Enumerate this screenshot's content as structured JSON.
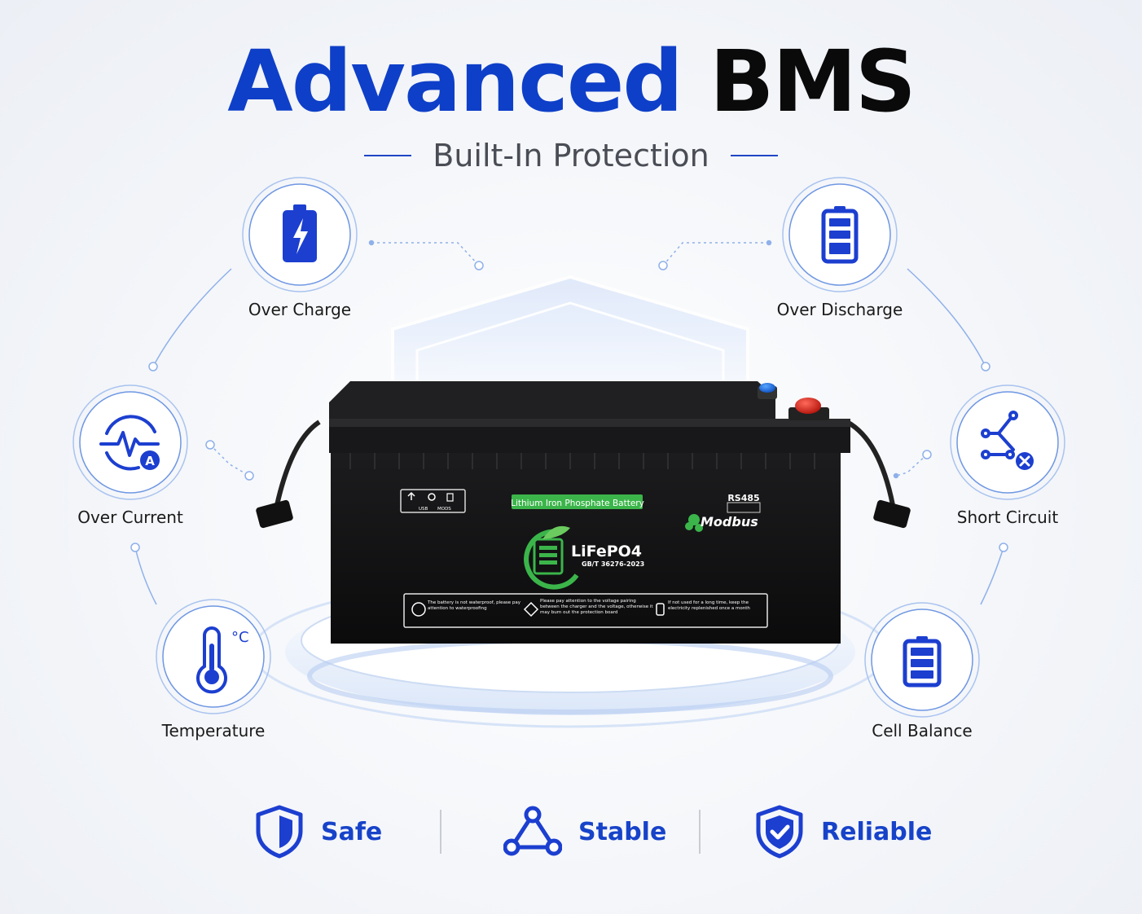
{
  "header": {
    "title_part1": "Advanced",
    "title_part2": "BMS",
    "subtitle": "Built-In Protection"
  },
  "features": [
    {
      "label": "Over Charge",
      "icon": "battery-charge-icon"
    },
    {
      "label": "Over Discharge",
      "icon": "battery-full-icon"
    },
    {
      "label": "Over Current",
      "icon": "current-wave-icon"
    },
    {
      "label": "Short Circuit",
      "icon": "short-circuit-icon"
    },
    {
      "label": "Temperature",
      "icon": "thermometer-icon"
    },
    {
      "label": "Cell Balance",
      "icon": "battery-balance-icon"
    }
  ],
  "battery": {
    "type_label": "Lithium Iron Phosphate Battery",
    "brand": "LiFePO4",
    "standard": "GB/T 36276-2023",
    "port_label": "RS485",
    "protocol": "Modbus",
    "panel_usb": "USB",
    "panel_mode": "MODS",
    "warning_1": "The battery is not waterproof, please pay attention to waterproofing",
    "warning_2": "Please pay attention to the voltage pairing between the charger and the voltage, otherwise it may burn out the protection board",
    "warning_3": "If not used for a long time, keep the electricity replenished once a month"
  },
  "bottom": [
    {
      "label": "Safe",
      "icon": "shield-icon"
    },
    {
      "label": "Stable",
      "icon": "triangle-nodes-icon"
    },
    {
      "label": "Reliable",
      "icon": "shield-check-icon"
    }
  ],
  "colors": {
    "accent_blue": "#0e3fc8",
    "icon_blue": "#1c3fd0",
    "ring_blue": "#8fb0ea",
    "battery_green": "#3bb54a"
  }
}
